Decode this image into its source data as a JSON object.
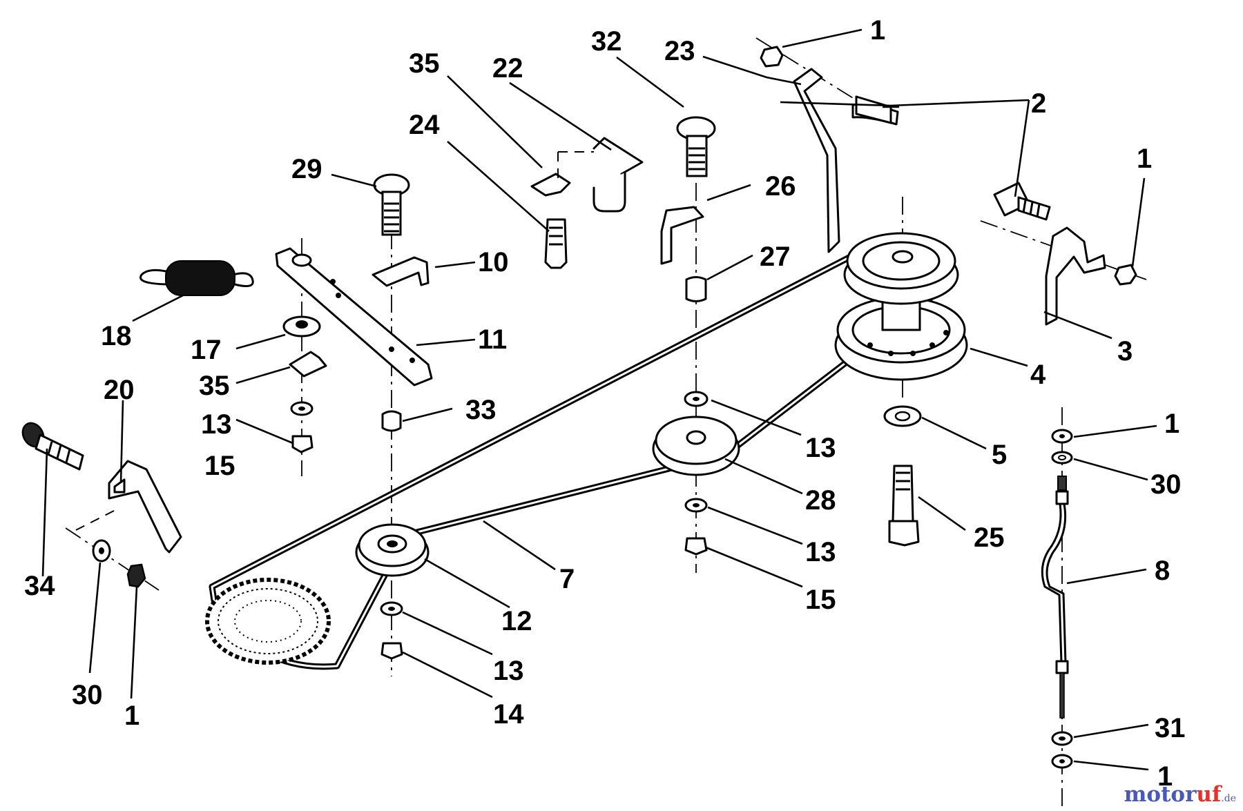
{
  "diagram": {
    "type": "exploded parts diagram",
    "callouts": {
      "c1_top": "1",
      "c23": "23",
      "c32": "32",
      "c35_top": "35",
      "c22": "22",
      "c2": "2",
      "c1_right": "1",
      "c24": "24",
      "c29": "29",
      "c26": "26",
      "c10": "10",
      "c27": "27",
      "c18": "18",
      "c17": "17",
      "c11": "11",
      "c3": "3",
      "c4": "4",
      "c35_mid": "35",
      "c20": "20",
      "c33": "33",
      "c13_a": "13",
      "c13_b": "13",
      "c5": "5",
      "c1_rmid": "1",
      "c15_a": "15",
      "c30_right": "30",
      "c28": "28",
      "c25": "25",
      "c13_c": "13",
      "c34": "34",
      "c7": "7",
      "c8": "8",
      "c15_b": "15",
      "c12": "12",
      "c13_d": "13",
      "c30_left": "30",
      "c1_left": "1",
      "c14": "14",
      "c31": "31",
      "c1_bottom": "1"
    }
  },
  "watermark": {
    "part1": "motor",
    "part2": "uf",
    "part3": ".de"
  }
}
